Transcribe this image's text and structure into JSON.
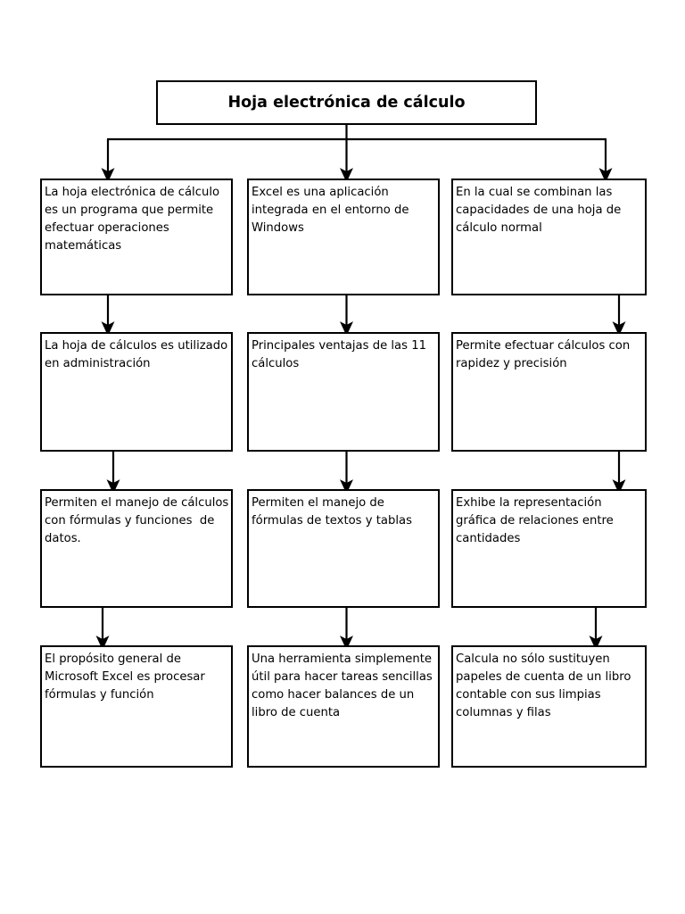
{
  "document": {
    "kind": "flowchart",
    "language": "es",
    "page_background": "#ffffff",
    "line_color": "#000000",
    "text_color": "#000000",
    "title_text": "Hoja electrónica de cálculo"
  },
  "title_node": {
    "label": "Hoja electrónica de cálculo",
    "bold": true
  },
  "rows": [
    {
      "row_label": "row-1",
      "boxes": [
        {
          "id": "r1c1",
          "text": "La hoja electrónica de cálculo es un programa que permite efectuar operaciones matemáticas"
        },
        {
          "id": "r1c2",
          "text": "Excel es una aplicación integrada en el entorno de Windows"
        },
        {
          "id": "r1c3",
          "text": "En la cual se combinan las capacidades de una hoja de cálculo normal"
        }
      ]
    },
    {
      "row_label": "row-2",
      "boxes": [
        {
          "id": "r2c1",
          "text": "La hoja de cálculos es utilizado en administración"
        },
        {
          "id": "r2c2",
          "text": "Principales ventajas de las 11 cálculos"
        },
        {
          "id": "r2c3",
          "text": "Permite efectuar cálculos con rapidez y precisión"
        }
      ]
    },
    {
      "row_label": "row-3",
      "boxes": [
        {
          "id": "r3c1",
          "text": "Permiten el manejo de cálculos con fórmulas y funciones  de datos."
        },
        {
          "id": "r3c2",
          "text": "Permiten el manejo de fórmulas de textos y tablas"
        },
        {
          "id": "r3c3",
          "text": "Exhibe la representación gráfica de relaciones entre cantidades"
        }
      ]
    },
    {
      "row_label": "row-4",
      "boxes": [
        {
          "id": "r4c1",
          "text": "El propósito general de Microsoft Excel es procesar fórmulas y función"
        },
        {
          "id": "r4c2",
          "text": "Una herramienta simplemente útil para hacer tareas sencillas como hacer balances de un libro de cuenta"
        },
        {
          "id": "r4c3",
          "text": "Calcula no sólo sustituyen papeles de cuenta de un libro contable con sus limpias columnas y filas"
        }
      ]
    }
  ],
  "connectors": {
    "fanout_label": "title-to-row1-fanout",
    "down_arrow_label": "down-arrow"
  }
}
